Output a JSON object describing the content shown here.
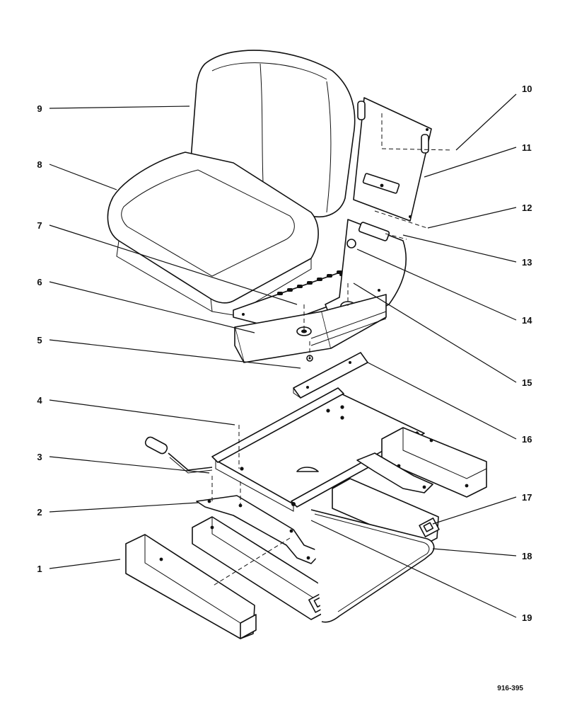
{
  "callouts": [
    "1",
    "2",
    "3",
    "4",
    "5",
    "6",
    "7",
    "8",
    "9",
    "10",
    "11",
    "12",
    "13",
    "14",
    "15",
    "16",
    "17",
    "18",
    "19"
  ],
  "drawing_number": "916-395"
}
